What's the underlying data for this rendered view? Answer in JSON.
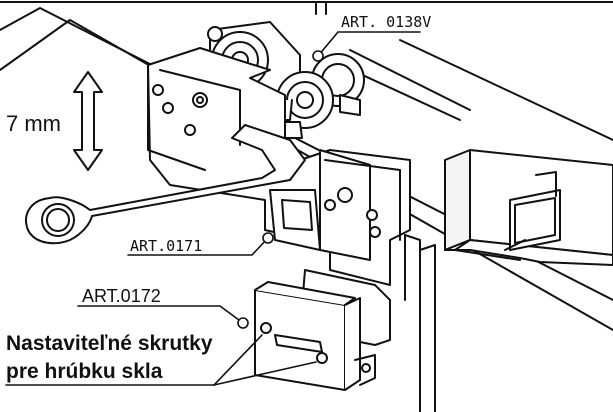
{
  "labels": {
    "art_0138v": "ART. 0138V",
    "art_0171": "ART.0171",
    "art_0172": "ART.0172",
    "note_line1": "Nastaviteľné skrutky",
    "note_line2": "pre hrúbku skla",
    "adjust": "7 mm"
  }
}
